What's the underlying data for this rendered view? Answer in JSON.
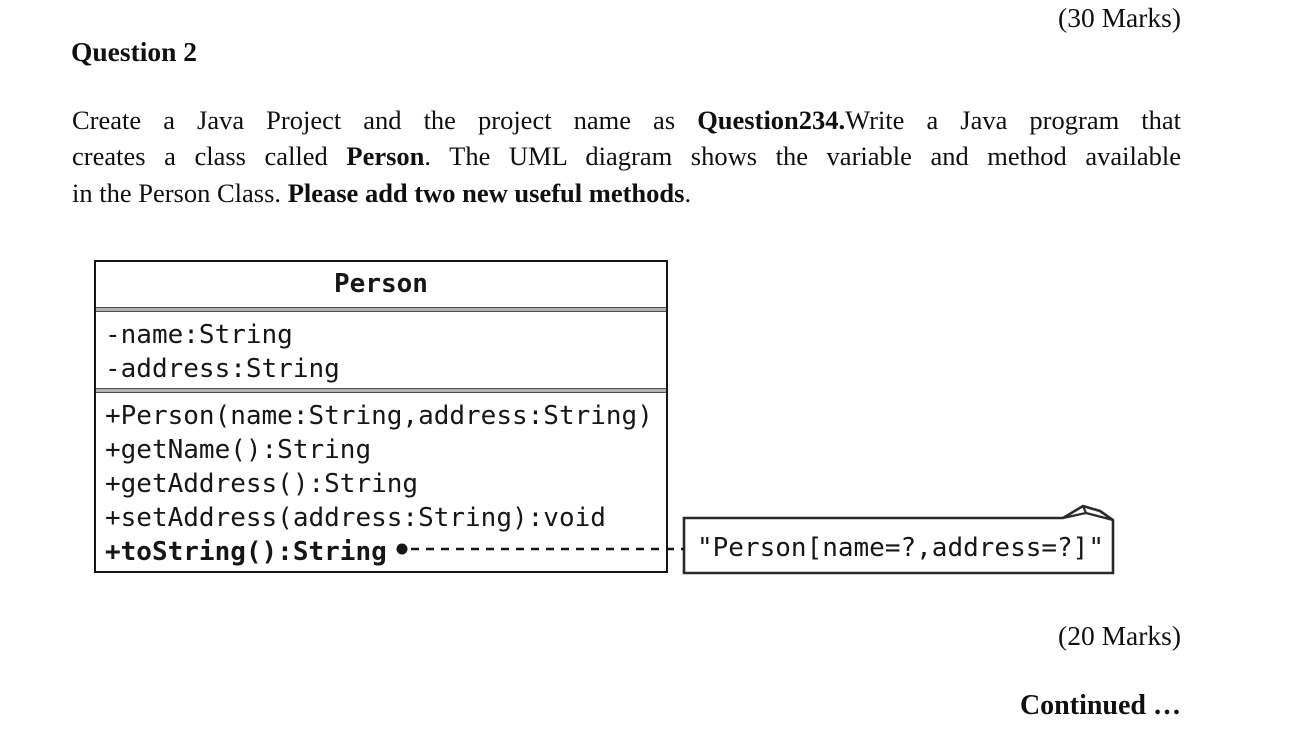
{
  "page": {
    "top_marks": "(30 Marks)",
    "bottom_marks": "(20 Marks)",
    "continued": "Continued …"
  },
  "question": {
    "title": "Question 2",
    "intro_lines": [
      {
        "segments": [
          {
            "t": "Create a Java Project and the project name as "
          },
          {
            "t": "Question234."
          },
          {
            "t": "Write a Java program that"
          }
        ]
      },
      {
        "segments": [
          {
            "t": "creates a class called "
          },
          {
            "t": "Person"
          },
          {
            "t": ". The UML diagram shows the variable and method available"
          }
        ]
      },
      {
        "segments": [
          {
            "t": "in the Person Class. "
          },
          {
            "t": "Please add two new useful methods"
          },
          {
            "t": "."
          }
        ]
      }
    ]
  },
  "uml": {
    "class_name": "Person",
    "attributes": [
      "-name:String",
      "-address:String"
    ],
    "methods": [
      "+Person(name:String,address:String)",
      "+getName():String",
      "+getAddress():String",
      "+setAddress(address:String):void"
    ],
    "highlighted_method": "+toString():String",
    "note_text": "\"Person[name=?,address=?]\""
  },
  "colors": {
    "ink": "#161616",
    "divider_gray": "#b3b3b3",
    "background": "#ffffff"
  }
}
